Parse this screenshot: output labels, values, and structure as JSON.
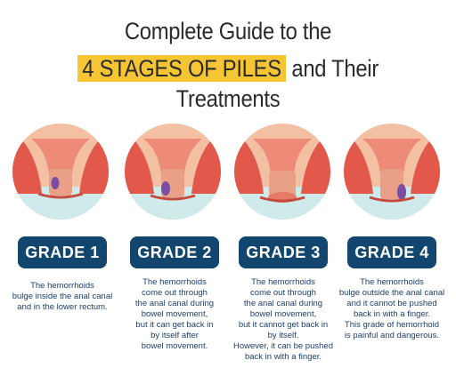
{
  "title": {
    "line1": "Complete Guide to the",
    "highlight": "4 STAGES OF PILES",
    "line2_rest": "and Their Treatments"
  },
  "colors": {
    "badge": "#13466f",
    "highlight": "#f6c534",
    "tissue": "#e2594c",
    "tissue_light": "#f3c0a4",
    "ground": "#cfeaea",
    "hemorrhoid": "#7b4ea3",
    "desc_text": "#1d3f6b"
  },
  "grades": [
    {
      "label": "GRADE 1",
      "icon": "anal-canal-grade1-illustration",
      "desc": [
        "The hemorrhoids",
        "bulge inside the anal canal",
        "and in the lower rectum."
      ]
    },
    {
      "label": "GRADE 2",
      "icon": "anal-canal-grade2-illustration",
      "desc": [
        "The hemorrhoids",
        "come out through",
        "the anal canal during",
        "bowel movement,",
        "but it can get back in",
        "by itself after",
        "bowel movement."
      ]
    },
    {
      "label": "GRADE 3",
      "icon": "anal-canal-grade3-illustration",
      "desc": [
        "The hemorrhoids",
        "come out through",
        "the anal canal during",
        "bowel movement,",
        "but it cannot get back in",
        "by itself.",
        "However, it can be pushed",
        "back in with a finger."
      ]
    },
    {
      "label": "GRADE 4",
      "icon": "anal-canal-grade4-illustration",
      "desc": [
        "The hemorrhoids",
        "bulge outside the anal canal",
        "and it cannot be pushed",
        "back in with a finger.",
        "This grade of hemorrhoid",
        "is painful and dangerous."
      ]
    }
  ]
}
